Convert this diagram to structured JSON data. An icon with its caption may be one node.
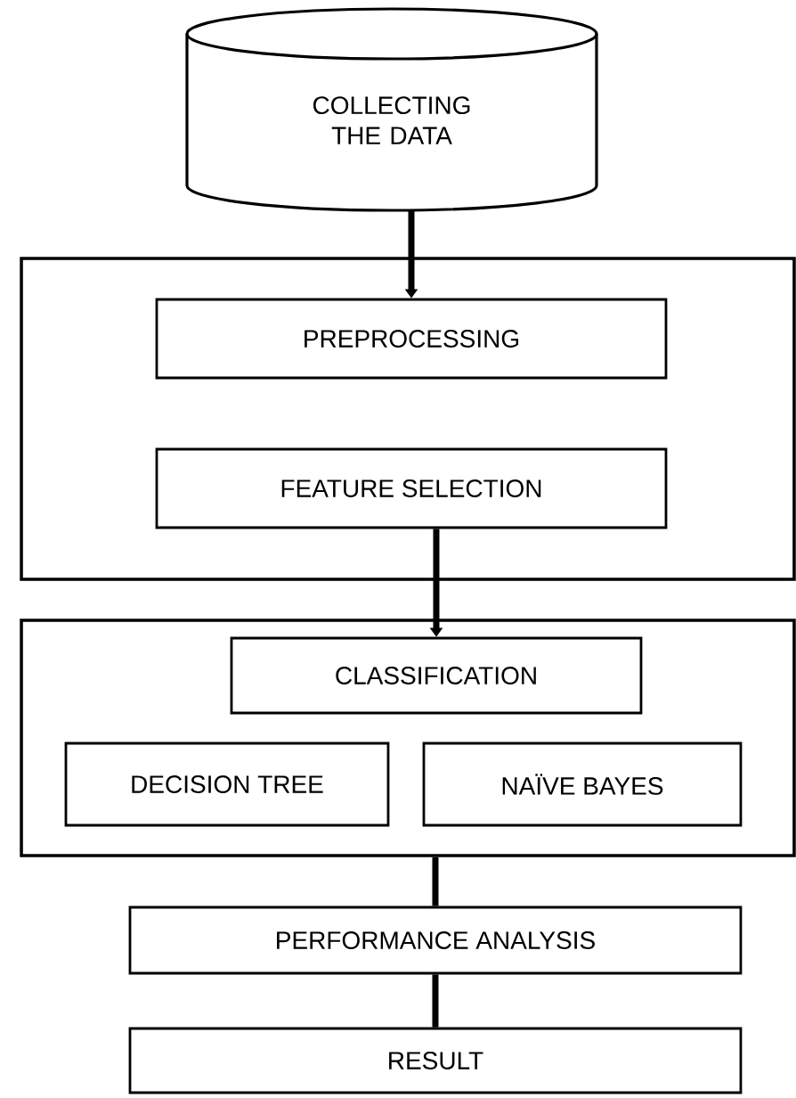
{
  "diagram": {
    "nodes": [
      {
        "text": [
          "COLLECTING THE DATA"
        ]
      },
      {
        "text": [],
        "shape": "box"
      },
      {
        "text": [
          "PREPROCESSING"
        ],
        "in": 1
      },
      {
        "text": [
          "FEATURE SELECTION"
        ],
        "in": 1
      },
      {
        "text": [],
        "shape": "box"
      },
      {
        "text": [
          "CLASSIFICATION"
        ],
        "in": 4
      },
      {
        "text": [
          "DECISION TREE"
        ],
        "in": 4
      },
      {
        "text": [
          "NAÏVE BAYES"
        ],
        "in": 4
      },
      {
        "text": [
          "PERFORMANCE ANALYSIS"
        ]
      },
      {
        "text": [
          "RESULT"
        ]
      }
    ],
    "edges": [
      {
        "from": 0,
        "to": 2,
        "arrow": "to"
      },
      {
        "from": 3,
        "to": 5,
        "arrow": "to"
      },
      {
        "from": 4,
        "to": 8,
        "arrow": "none"
      },
      {
        "from": 8,
        "to": 9,
        "arrow": "none"
      }
    ]
  }
}
